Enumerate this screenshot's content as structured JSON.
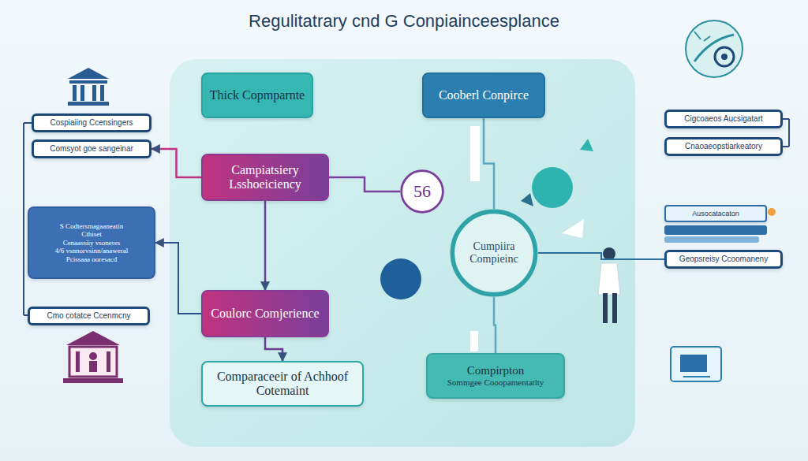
{
  "diagram": {
    "title": "Regulitatrary cnd G Conpiainceesplance",
    "nodes": [
      {
        "text": [
          "Cospiaiing Ccensingers"
        ]
      },
      {
        "text": [
          "Thick Copmparnte"
        ]
      },
      {
        "text": [
          "Cooberl Conpirce"
        ]
      },
      {
        "text": [
          "Cigcoaeos Aucsigatart"
        ]
      },
      {
        "text": [
          "Comsyot goe sangeinar"
        ]
      },
      {
        "text": [
          "Cnaoaeopstiarkeatory"
        ]
      },
      {
        "text": [
          "Campiatsiery Lsshoeiciency"
        ]
      },
      {
        "text": [
          "56"
        ]
      },
      {
        "text": [
          "Ausocatacaton"
        ]
      },
      {
        "text": [
          "S Codtersmagaaneatin",
          "Cthiset",
          "Cenaassiiy vsoneres",
          "4/6 vsnnorvsinn/anaweral",
          "Pcissaaa ooresacd"
        ]
      },
      {
        "text": [
          "Cumpiira Compieinc"
        ]
      },
      {
        "text": [
          "Geopsreisy Ccoomaneny"
        ]
      },
      {
        "text": [
          "Cmo cotatce Ccenmcny"
        ]
      },
      {
        "text": [
          "Coulorc Comjerience"
        ]
      },
      {
        "text": [
          "Comparaceeir of Achhoof Cotemaint"
        ]
      },
      {
        "text": [
          "Compirpton",
          "Sommgee Cooopamentatlty"
        ]
      }
    ],
    "edges": [
      {
        "from": 6,
        "to": 13,
        "arrow": "to"
      },
      {
        "from": 13,
        "to": 14,
        "arrow": "to"
      },
      {
        "from": 6,
        "to": 7,
        "arrow": "none"
      },
      {
        "from": 13,
        "to": 9,
        "arrow": "to"
      },
      {
        "from": 6,
        "to": 4,
        "arrow": "to"
      },
      {
        "from": 2,
        "to": 10,
        "arrow": "none"
      },
      {
        "from": 10,
        "to": 15,
        "arrow": "none"
      },
      {
        "from": 11,
        "to": 10,
        "arrow": "none"
      }
    ]
  }
}
